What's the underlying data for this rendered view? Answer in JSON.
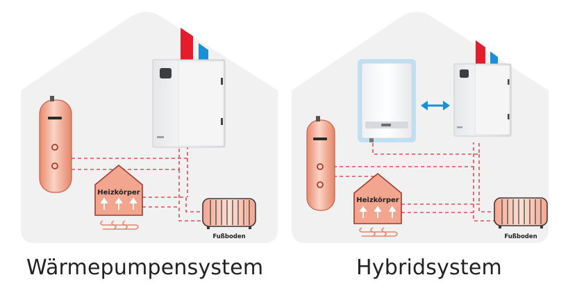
{
  "systems": [
    {
      "caption": "Wärmepumpensystem",
      "radiator_label": "Heizkörper",
      "floor_label": "Fußboden"
    },
    {
      "caption": "Hybridsystem",
      "radiator_label": "Heizkörper",
      "floor_label": "Fußboden"
    }
  ],
  "colors": {
    "house_fill": "#f1f1f2",
    "tank_fill": "#f0a088",
    "accent_red": "#e31d2b",
    "accent_blue": "#1a8fd6",
    "boiler_frame": "#bfdff3",
    "arrow_blue": "#1a8fd6",
    "pipe_dash": "#e34a55"
  }
}
